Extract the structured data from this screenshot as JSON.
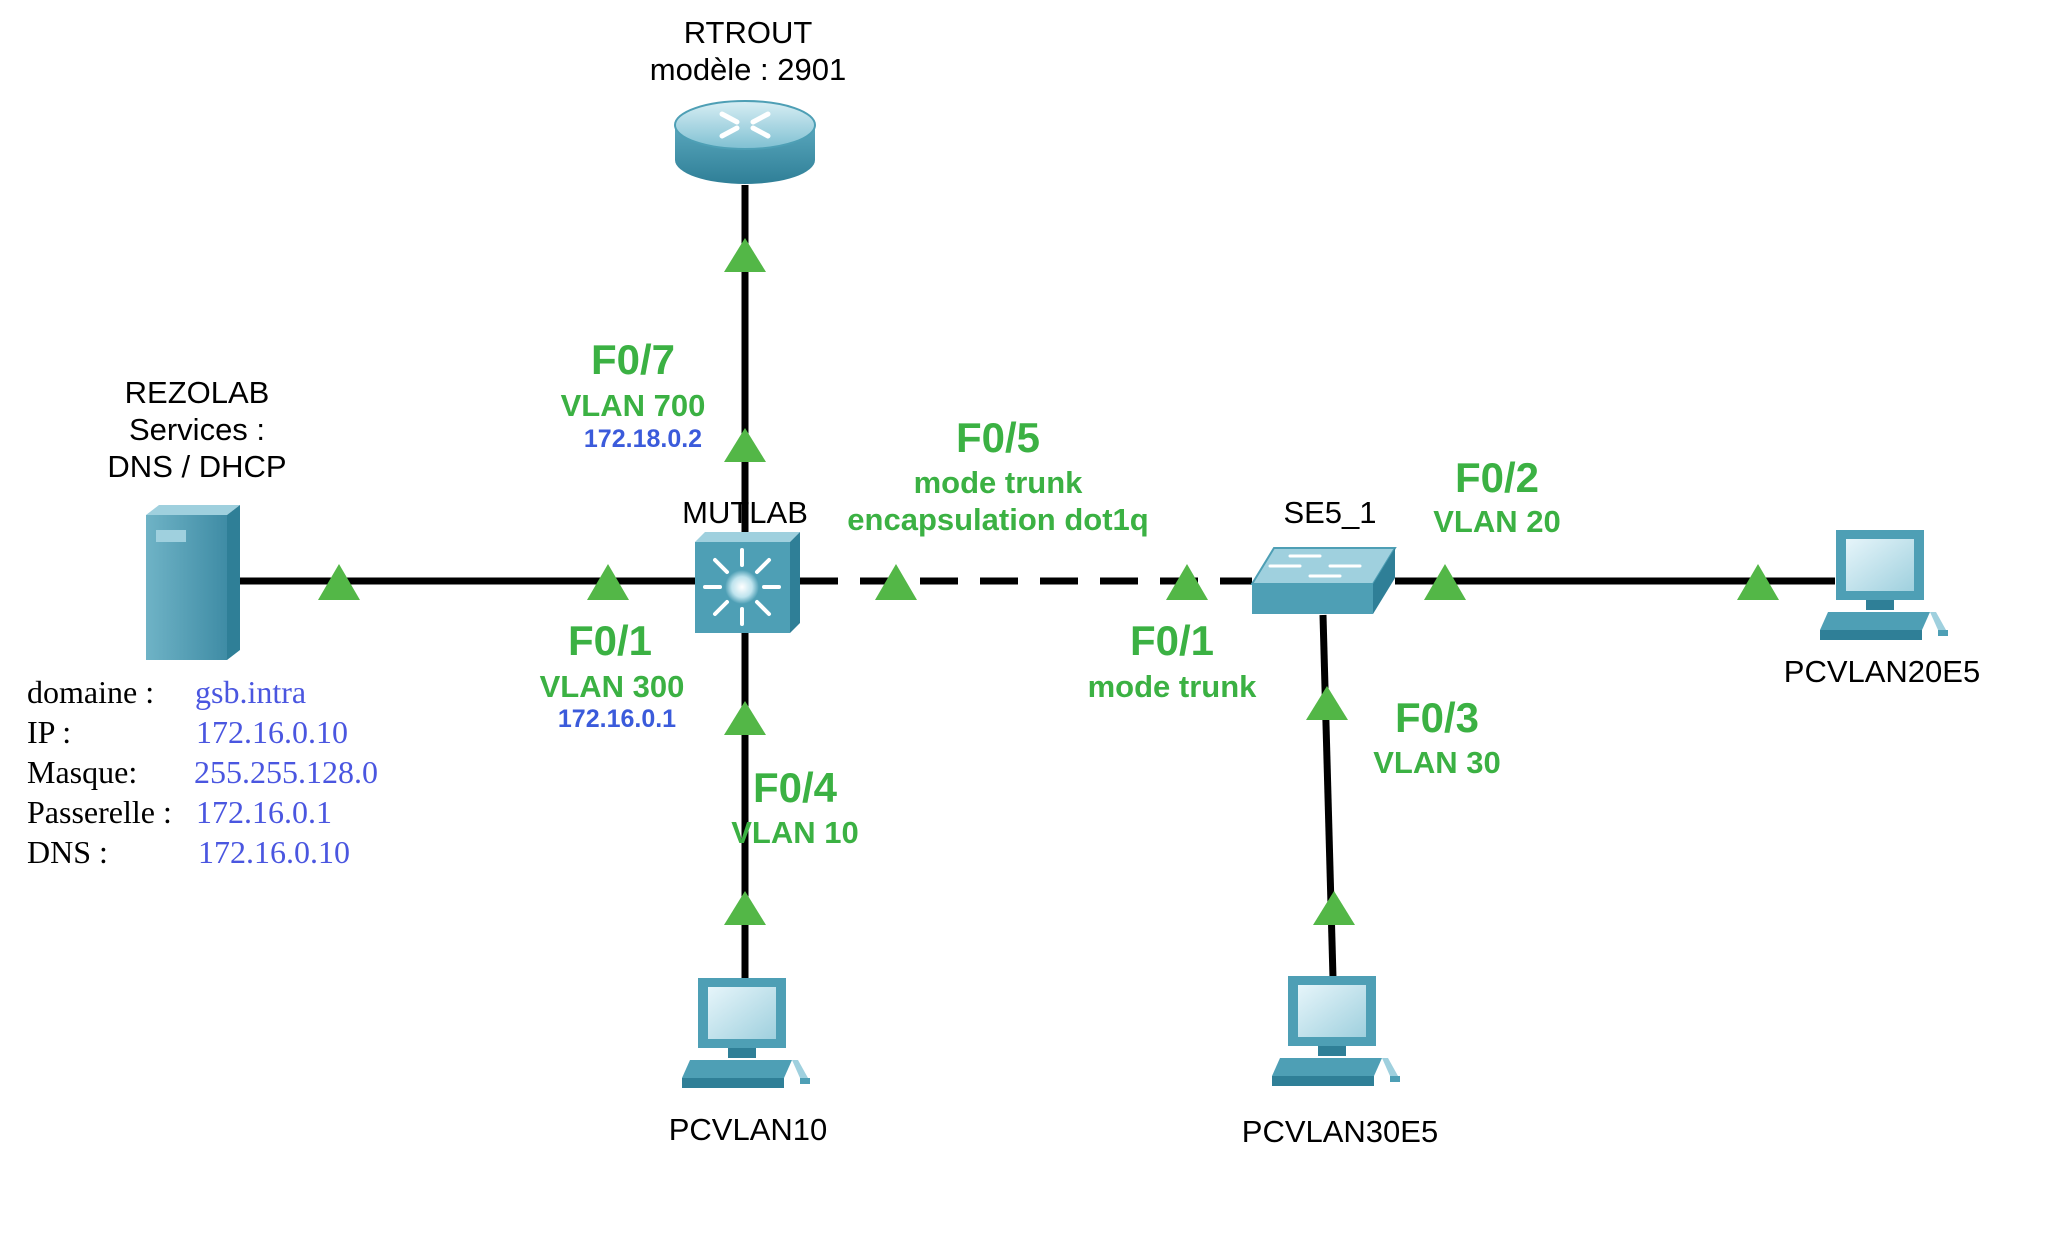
{
  "colors": {
    "port_label": "#3bb143",
    "ip_label": "#3b5bdb",
    "info_value": "#4a56e0",
    "link": "#000000",
    "link_indicator": "#53b747",
    "device": "#4e9fb5"
  },
  "devices": {
    "router": {
      "name": "RTROUT",
      "model": "modèle : 2901",
      "icon": "router-icon"
    },
    "server": {
      "name": "REZOLAB",
      "services_line1": "Services :",
      "services_line2": "DNS / DHCP",
      "icon": "server-icon"
    },
    "multilayer_switch": {
      "name": "MUTLAB",
      "icon": "multilayer-switch-icon"
    },
    "switch": {
      "name": "SE5_1",
      "icon": "switch-icon"
    },
    "pc10": {
      "name": "PCVLAN10",
      "icon": "pc-icon"
    },
    "pc20": {
      "name": "PCVLAN20E5",
      "icon": "pc-icon"
    },
    "pc30": {
      "name": "PCVLAN30E5",
      "icon": "pc-icon"
    }
  },
  "server_info": [
    {
      "key": "domaine :",
      "value": "gsb.intra"
    },
    {
      "key": "IP :",
      "value": "172.16.0.10"
    },
    {
      "key": "Masque:",
      "value": "255.255.128.0"
    },
    {
      "key": "Passerelle :",
      "value": "172.16.0.1"
    },
    {
      "key": "DNS :",
      "value": "172.16.0.10"
    }
  ],
  "interfaces": {
    "mutlab_router": {
      "port": "F0/7",
      "vlan": "VLAN 700",
      "ip": "172.18.0.2"
    },
    "mutlab_server": {
      "port": "F0/1",
      "vlan": "VLAN 300",
      "ip": "172.16.0.1"
    },
    "mutlab_pc10": {
      "port": "F0/4",
      "vlan": "VLAN 10"
    },
    "mutlab_trunk": {
      "port": "F0/5",
      "mode": "mode trunk",
      "encapsulation": "encapsulation dot1q"
    },
    "se5_trunk": {
      "port": "F0/1",
      "mode": "mode trunk"
    },
    "se5_pc20": {
      "port": "F0/2",
      "vlan": "VLAN 20"
    },
    "se5_pc30": {
      "port": "F0/3",
      "vlan": "VLAN 30"
    }
  }
}
